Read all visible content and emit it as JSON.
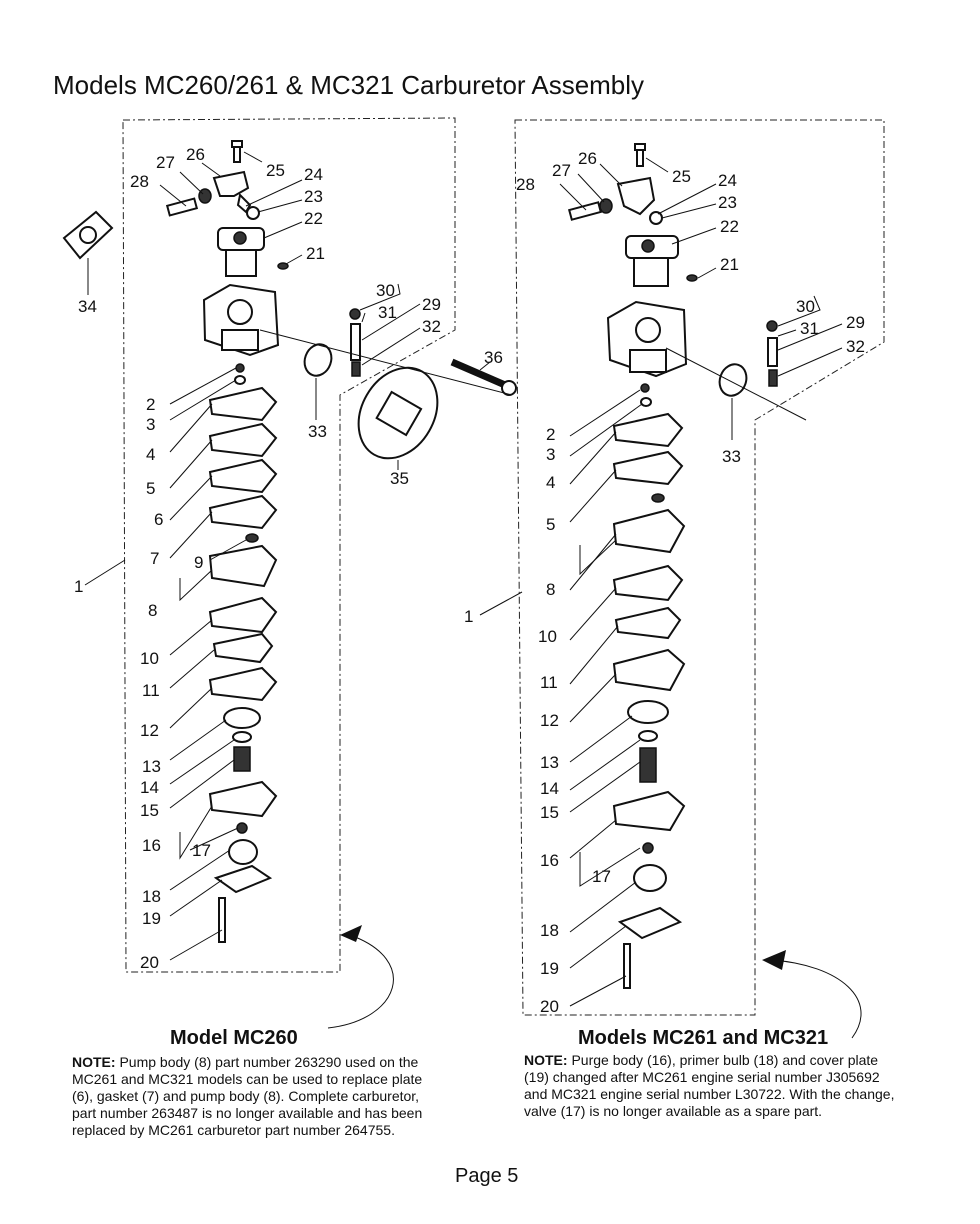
{
  "title": "Models MC260/261 & MC321 Carburetor Assembly",
  "left_assembly": {
    "caption": "Model MC260",
    "note_label": "NOTE:",
    "note_text": " Pump body (8) part number 263290 used on the MC261 and MC321 models can be used to replace plate (6), gasket (7) and pump body (8). Complete carburetor, part number 263487 is no longer available and has been replaced by MC261 carburetor part number 264755.",
    "callouts": [
      "1",
      "2",
      "3",
      "4",
      "5",
      "6",
      "7",
      "8",
      "9",
      "10",
      "11",
      "12",
      "13",
      "14",
      "15",
      "16",
      "17",
      "18",
      "19",
      "20",
      "21",
      "22",
      "23",
      "24",
      "25",
      "26",
      "27",
      "28",
      "29",
      "30",
      "31",
      "32",
      "33",
      "34",
      "35",
      "36"
    ]
  },
  "right_assembly": {
    "caption": "Models MC261 and MC321",
    "note_label": "NOTE:",
    "note_text": " Purge body (16), primer bulb (18) and cover plate (19) changed after MC261 engine serial number J305692 and MC321 engine serial number L30722. With the change, valve (17) is no longer available as a spare part.",
    "callouts": [
      "1",
      "2",
      "3",
      "4",
      "5",
      "8",
      "10",
      "11",
      "12",
      "13",
      "14",
      "15",
      "16",
      "17",
      "18",
      "19",
      "20",
      "21",
      "22",
      "23",
      "24",
      "25",
      "26",
      "27",
      "28",
      "29",
      "30",
      "31",
      "32",
      "33"
    ]
  },
  "page_number": "Page 5"
}
